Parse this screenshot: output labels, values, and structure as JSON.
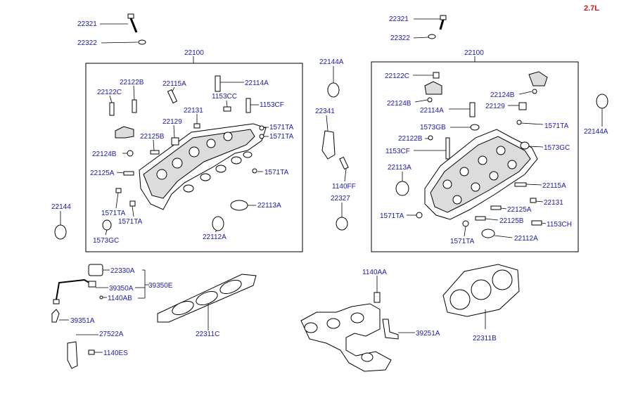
{
  "version": "2.7L",
  "labels": {
    "l22321a": "22321",
    "l22322a": "22322",
    "l22100a": "22100",
    "l22122B_l": "22122B",
    "l22122C_l": "22122C",
    "l22115A_l": "22115A",
    "l22114A_l": "22114A",
    "l1153CC": "1153CC",
    "l1153CF_l": "1153CF",
    "l22131_l": "22131",
    "l22129_l": "22129",
    "l1571TA_l1": "1571TA",
    "l1571TA_l2": "1571TA",
    "l22125B_l": "22125B",
    "l22124B_l": "22124B",
    "l22125A_l": "22125A",
    "l1571TA_l3": "1571TA",
    "l1571TA_l4": "1571TA",
    "l1571TA_l5": "1571TA",
    "l22113A_l": "22113A",
    "l1573GC_l": "1573GC",
    "l22112A_l": "22112A",
    "l22144": "22144",
    "l22144A_m": "22144A",
    "l22341": "22341",
    "l1140FF": "1140FF",
    "l22327": "22327",
    "l22321b": "22321",
    "l22322b": "22322",
    "l22100b": "22100",
    "l22122C_r": "22122C",
    "l22124B_r1": "22124B",
    "l22124B_r2": "22124B",
    "l22129_r": "22129",
    "l22114A_r": "22114A",
    "l1571TA_r1": "1571TA",
    "l22144A_r": "22144A",
    "l1573GB": "1573GB",
    "l22122B_r": "22122B",
    "l1573GC_r": "1573GC",
    "l1153CF_r": "1153CF",
    "l22113A_r": "22113A",
    "l22115A_r": "22115A",
    "l22131_r": "22131",
    "l1571TA_r2": "1571TA",
    "l22125A_r": "22125A",
    "l22125B_r": "22125B",
    "l1153CH": "1153CH",
    "l1571TA_r3": "1571TA",
    "l22112A_r": "22112A",
    "l22330A": "22330A",
    "l39350A": "39350A",
    "l39350E": "39350E",
    "l1140AB": "1140AB",
    "l39351A": "39351A",
    "l22311C": "22311C",
    "l27522A": "27522A",
    "l1140ES": "1140ES",
    "l1140AA": "1140AA",
    "l39251A": "39251A",
    "l22311B": "22311B"
  }
}
